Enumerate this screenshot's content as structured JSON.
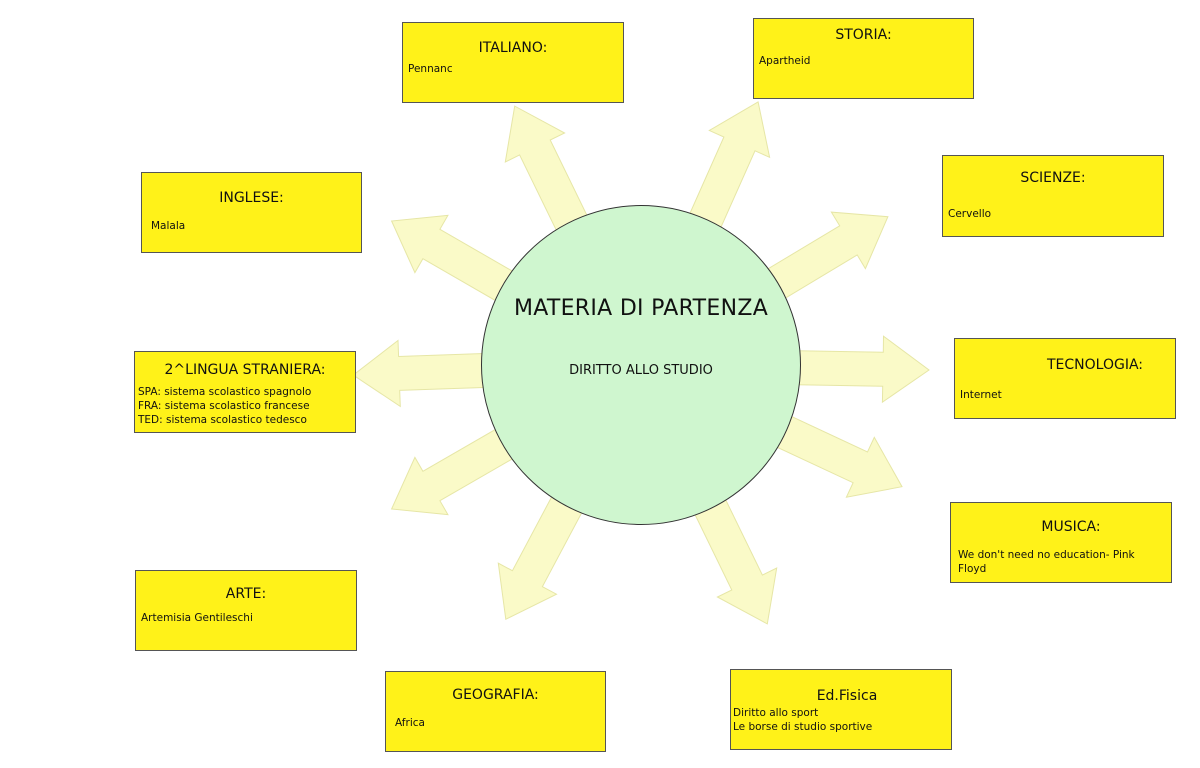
{
  "center": {
    "title": "MATERIA DI PARTENZA",
    "subtitle": "DIRITTO ALLO STUDIO"
  },
  "boxes": {
    "italiano": {
      "title": "ITALIANO:",
      "lines": [
        "Pennanc"
      ]
    },
    "storia": {
      "title": "STORIA:",
      "lines": [
        "Apartheid"
      ]
    },
    "inglese": {
      "title": "INGLESE:",
      "lines": [
        "Malala"
      ]
    },
    "scienze": {
      "title": "SCIENZE:",
      "lines": [
        "Cervello"
      ]
    },
    "lingua2": {
      "title": "2^LINGUA STRANIERA:",
      "lines": [
        "SPA: sistema scolastico spagnolo",
        "FRA: sistema scolastico francese",
        "TED: sistema scolastico tedesco"
      ]
    },
    "tecnologia": {
      "title": "TECNOLOGIA:",
      "lines": [
        "Internet"
      ]
    },
    "musica": {
      "title": "MUSICA:",
      "lines": [
        "We don't need no education- Pink",
        "Floyd"
      ]
    },
    "arte": {
      "title": "ARTE:",
      "lines": [
        "Artemisia Gentileschi"
      ]
    },
    "geografia": {
      "title": "GEOGRAFIA:",
      "lines": [
        "Africa"
      ]
    },
    "edfisica": {
      "title": "Ed.Fisica",
      "lines": [
        "Diritto allo sport",
        "Le borse di studio sportive"
      ]
    }
  },
  "colors": {
    "box_fill": "#fff219",
    "circle_fill": "#cff6cf",
    "arrow_fill": "#fafac8",
    "arrow_stroke": "#e6e6a6"
  }
}
